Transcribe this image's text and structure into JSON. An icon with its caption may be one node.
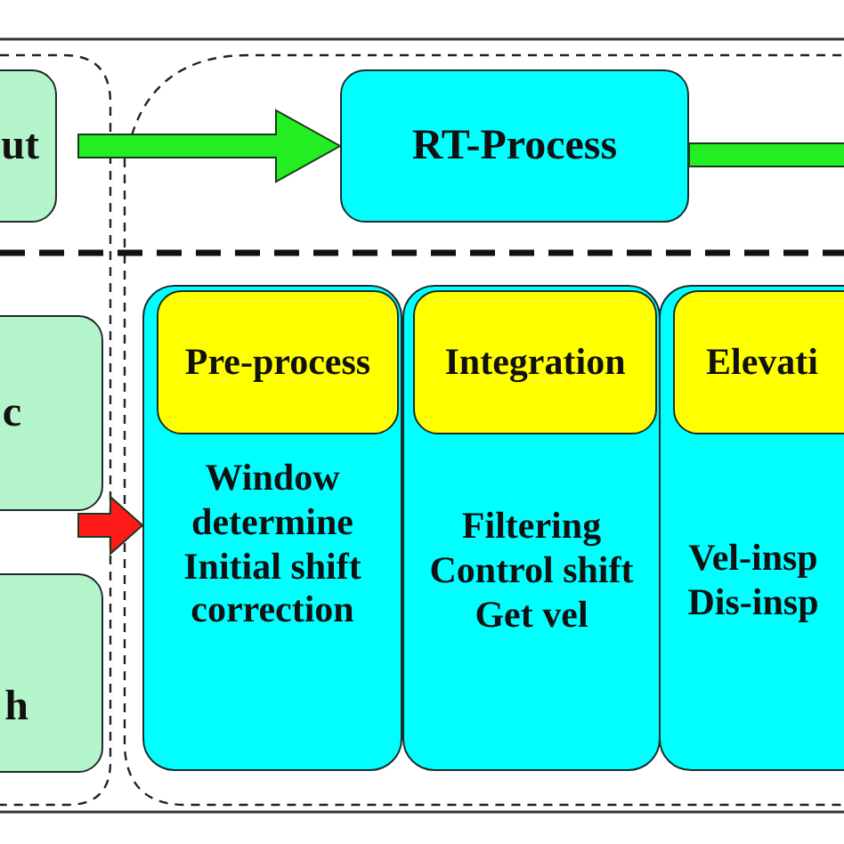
{
  "diagram": {
    "nodes": [
      {
        "text": [
          "ut"
        ]
      },
      {
        "text": [
          "RT-Process"
        ]
      },
      {
        "text": [
          "c"
        ]
      },
      {
        "text": [
          "h"
        ]
      },
      {
        "text": [
          "Window determine Initial shift correction"
        ]
      },
      {
        "text": [
          "Pre-process"
        ],
        "in": 4
      },
      {
        "text": [
          "Filtering Control shift Get vel"
        ]
      },
      {
        "text": [
          "Integration"
        ],
        "in": 6
      },
      {
        "text": [
          "Vel-insp Dis-insp"
        ]
      },
      {
        "text": [
          "Elevati"
        ],
        "in": 8
      }
    ],
    "edges": [
      {
        "from": 0,
        "to": 1,
        "arrow": "to"
      },
      {
        "from": 1,
        "to": null,
        "arrow": "none"
      },
      {
        "from": null,
        "to": 4,
        "arrow": "to",
        "color": "#ff1a1a"
      }
    ]
  }
}
